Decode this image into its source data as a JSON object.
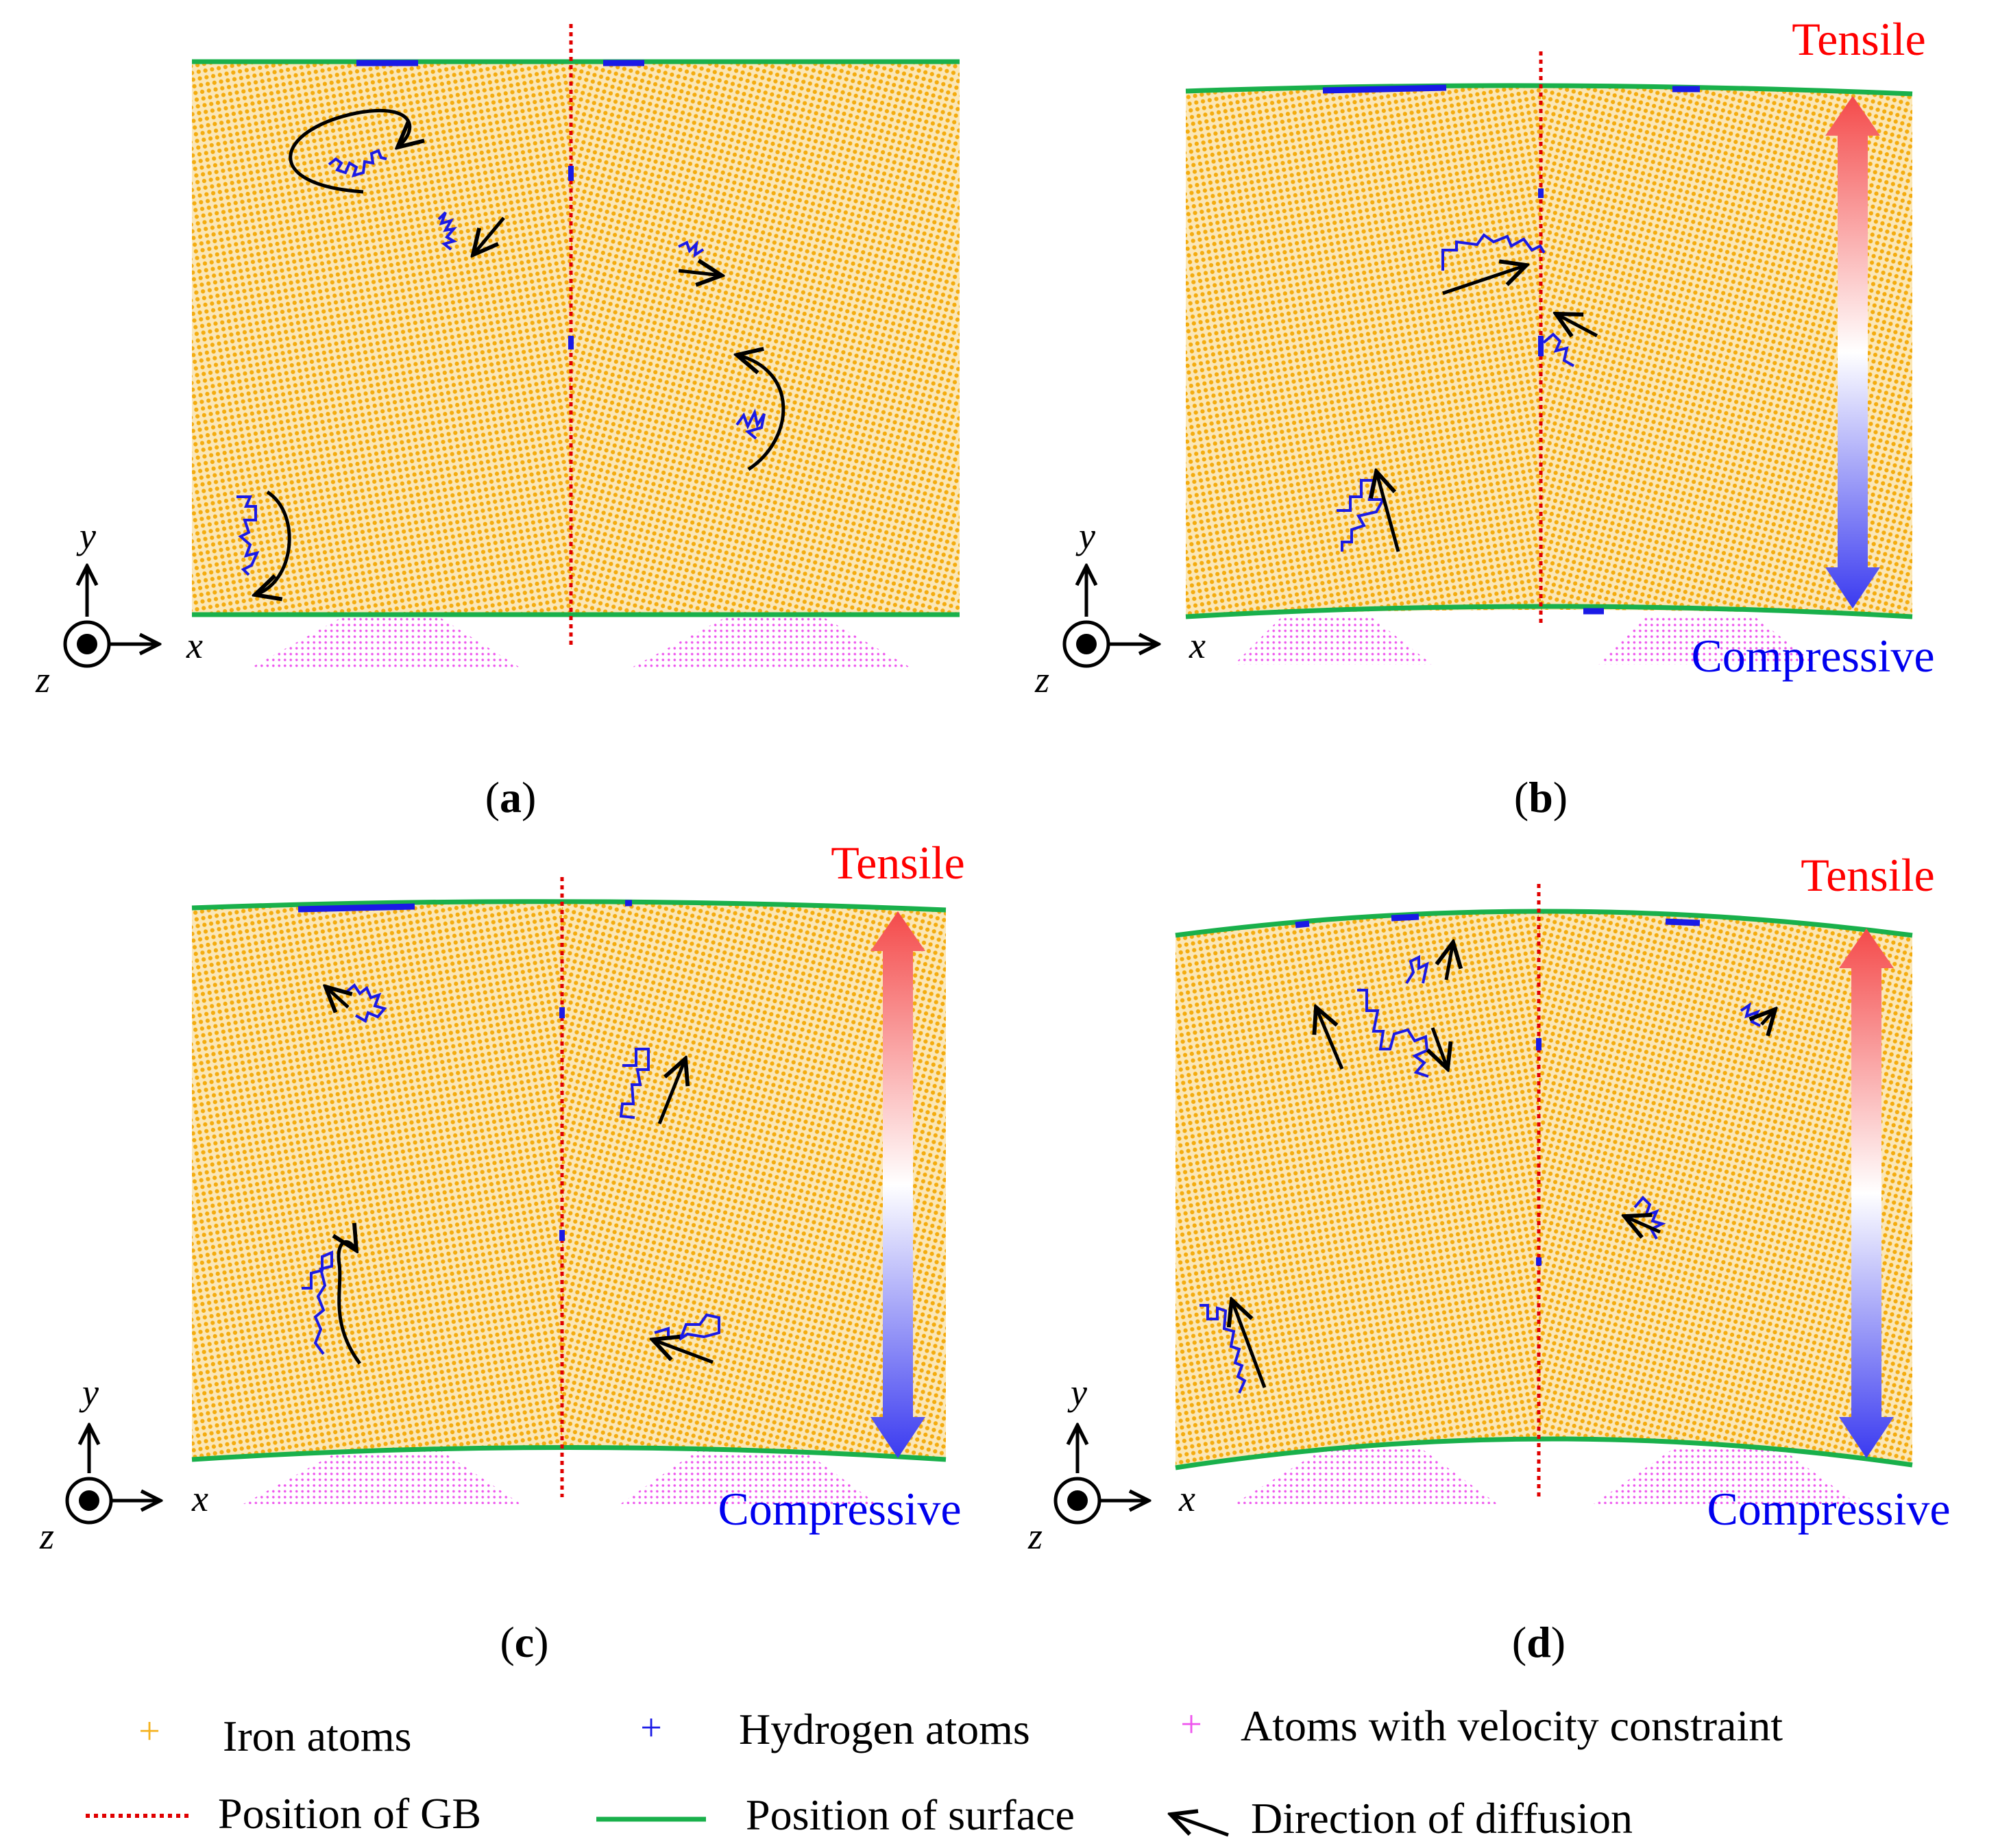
{
  "panels": [
    {
      "id": "a",
      "caption_open": "(",
      "caption_letter": "a",
      "caption_close": ")",
      "bent": false,
      "axis": {
        "y": "y",
        "x": "x",
        "z": "z"
      },
      "tensile": "",
      "compressive": ""
    },
    {
      "id": "b",
      "caption_open": "(",
      "caption_letter": "b",
      "caption_close": ")",
      "bent": true,
      "axis": {
        "y": "y",
        "x": "x",
        "z": "z"
      },
      "tensile": "Tensile",
      "compressive": "Compressive"
    },
    {
      "id": "c",
      "caption_open": "(",
      "caption_letter": "c",
      "caption_close": ")",
      "bent": true,
      "axis": {
        "y": "y",
        "x": "x",
        "z": "z"
      },
      "tensile": "Tensile",
      "compressive": "Compressive"
    },
    {
      "id": "d",
      "caption_open": "(",
      "caption_letter": "d",
      "caption_close": ")",
      "bent": true,
      "axis": {
        "y": "y",
        "x": "x",
        "z": "z"
      },
      "tensile": "Tensile",
      "compressive": "Compressive"
    }
  ],
  "legend": {
    "iron_atoms": "Iron atoms",
    "hydrogen_atoms": "Hydrogen atoms",
    "velocity_constraint": "Atoms with velocity constraint",
    "gb_position": "Position of GB",
    "surface_position": "Position of surface",
    "diffusion_direction": "Direction of diffusion",
    "marker_symbol": "+"
  },
  "colors": {
    "iron": "#f5b21f",
    "hydrogen": "#1a1ae6",
    "constraint": "#ee55ee",
    "gb": "#e00000",
    "surface": "#19b04b",
    "arrow": "#000000",
    "tensile": "#ff0000",
    "compressive": "#0000ee",
    "stress_top": "#f44a4a",
    "stress_mid": "#ffffff",
    "stress_bottom": "#3a3af0"
  }
}
